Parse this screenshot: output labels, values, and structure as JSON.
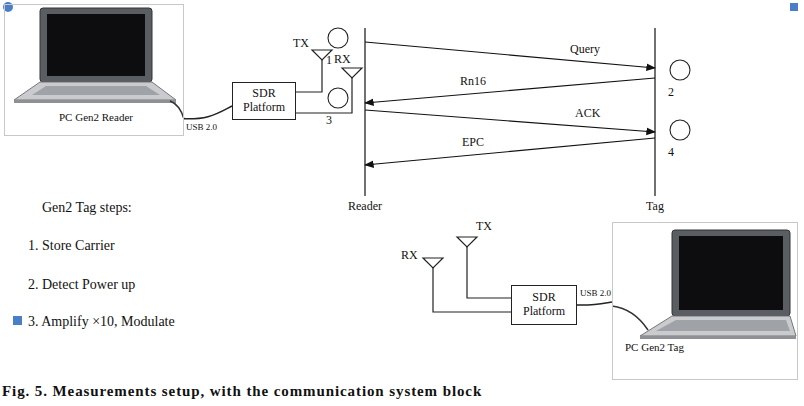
{
  "diagram": {
    "caption": "Fig. 5. Measurements setup, with the communication system block",
    "nodes": [
      {
        "text": [
          "PC Gen2 Reader"
        ]
      },
      {
        "text": [
          "SDR Platform"
        ]
      },
      {
        "text": [
          "1"
        ]
      },
      {
        "text": [
          "2"
        ]
      },
      {
        "text": [
          "3"
        ]
      },
      {
        "text": [
          "4"
        ]
      },
      {
        "text": [
          "SDR Platform"
        ]
      },
      {
        "text": [
          "PC Gen2 Tag"
        ]
      }
    ],
    "edges": [
      {
        "from": 0,
        "to": 1,
        "label": "USB 2.0",
        "arrow": "none"
      },
      {
        "from": 6,
        "to": 7,
        "label": "USB 2.0",
        "arrow": "none"
      }
    ],
    "labels": [
      "TX",
      "RX",
      "Query",
      "Rn16",
      "ACK",
      "EPC",
      "Reader",
      "Tag",
      "Gen2 Tag steps:",
      "1. Store Carrier",
      "2. Detect Power up",
      "3. Amplify ×10, Modulate",
      "RX",
      "TX"
    ]
  }
}
